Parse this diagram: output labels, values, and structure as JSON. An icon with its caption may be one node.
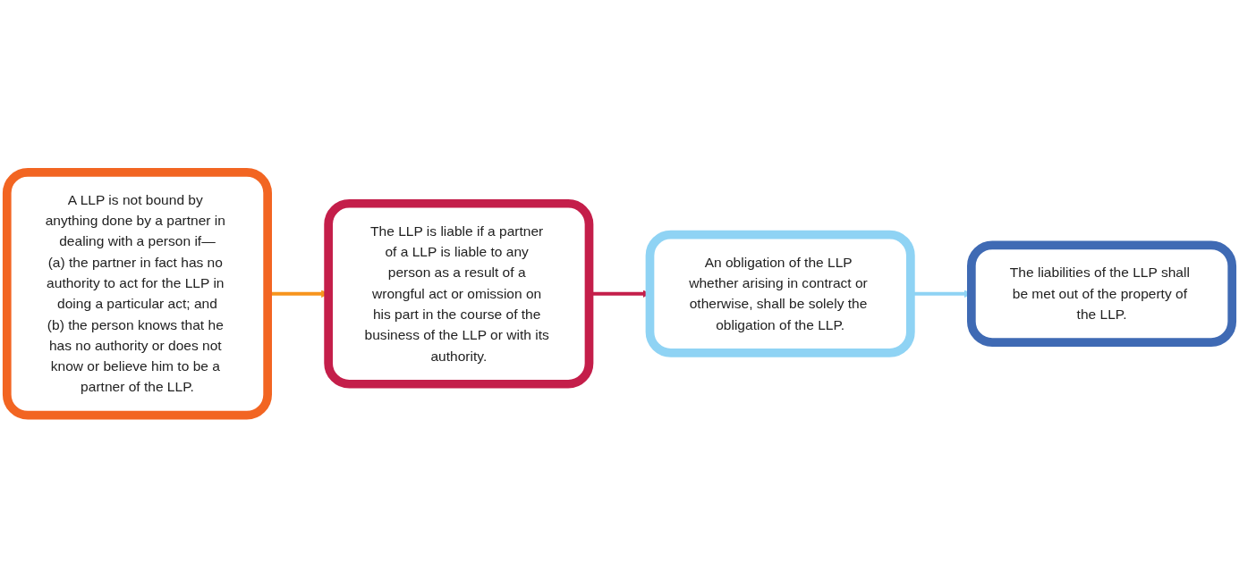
{
  "diagram": {
    "nodes": [
      {
        "text": [
          "A LLP is not bound by anything done by a partner in dealing with a person if—",
          "(a) the partner in fact has no authority to act for the LLP in doing a particular act; and",
          "(b) the person knows that he has no authority or does not know or believe him to be a partner of the LLP."
        ]
      },
      {
        "text": [
          "The LLP is liable if a partner of a LLP is liable to any person as a result of a wrongful act or omission on his part in the course of the business of the LLP or with its authority."
        ]
      },
      {
        "text": [
          "An obligation of the LLP whether arising in contract or otherwise, shall be solely the obligation of the LLP."
        ]
      },
      {
        "text": [
          "The liabilities of the LLP shall be met out of the property of the LLP."
        ]
      }
    ],
    "edges": [
      {
        "from": 0,
        "to": 1,
        "arrow": "to",
        "color": "#f7941d"
      },
      {
        "from": 1,
        "to": 2,
        "arrow": "to",
        "color": "#c41e4a"
      },
      {
        "from": 2,
        "to": 3,
        "arrow": "to",
        "color": "#8fd3f4"
      }
    ]
  }
}
